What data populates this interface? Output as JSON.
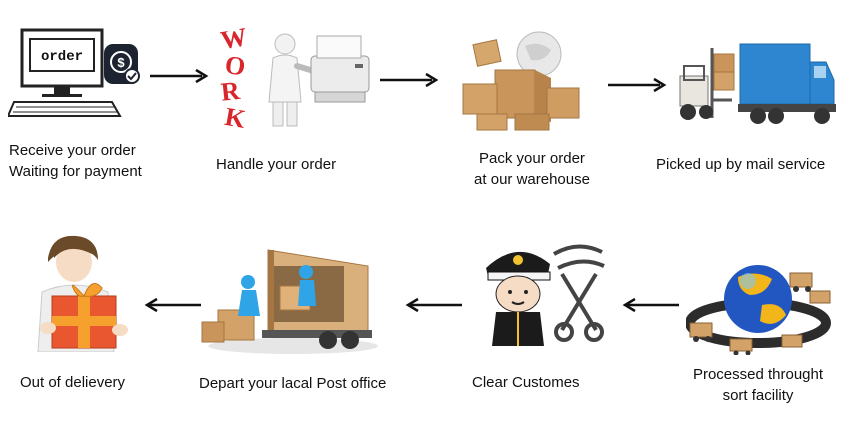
{
  "steps": [
    {
      "id": "receive",
      "lines": [
        "Receive your order",
        "Waiting for payment"
      ],
      "icon": "computer-order-icon",
      "screen_text": "order"
    },
    {
      "id": "handle",
      "lines": [
        "Handle your order"
      ],
      "icon": "work-printer-icon",
      "sign_text": "WORK"
    },
    {
      "id": "pack",
      "lines": [
        "Pack your order",
        "at our warehouse"
      ],
      "icon": "boxes-globe-icon"
    },
    {
      "id": "pickup",
      "lines": [
        "Picked up by mail service"
      ],
      "icon": "forklift-truck-icon"
    },
    {
      "id": "sort",
      "lines": [
        "Processed throught",
        "sort facility"
      ],
      "icon": "globe-trucks-icon"
    },
    {
      "id": "customs",
      "lines": [
        "Clear Customes"
      ],
      "icon": "customs-officer-icon"
    },
    {
      "id": "depart",
      "lines": [
        "Depart your lacal Post office"
      ],
      "icon": "delivery-truck-icon"
    },
    {
      "id": "deliver",
      "lines": [
        "Out of delievery"
      ],
      "icon": "gift-person-icon"
    }
  ],
  "colors": {
    "arrow": "#111111",
    "truck_blue": "#2e86d1",
    "box": "#c9955a",
    "gift": "#e8572f",
    "work_red": "#d8262c"
  }
}
